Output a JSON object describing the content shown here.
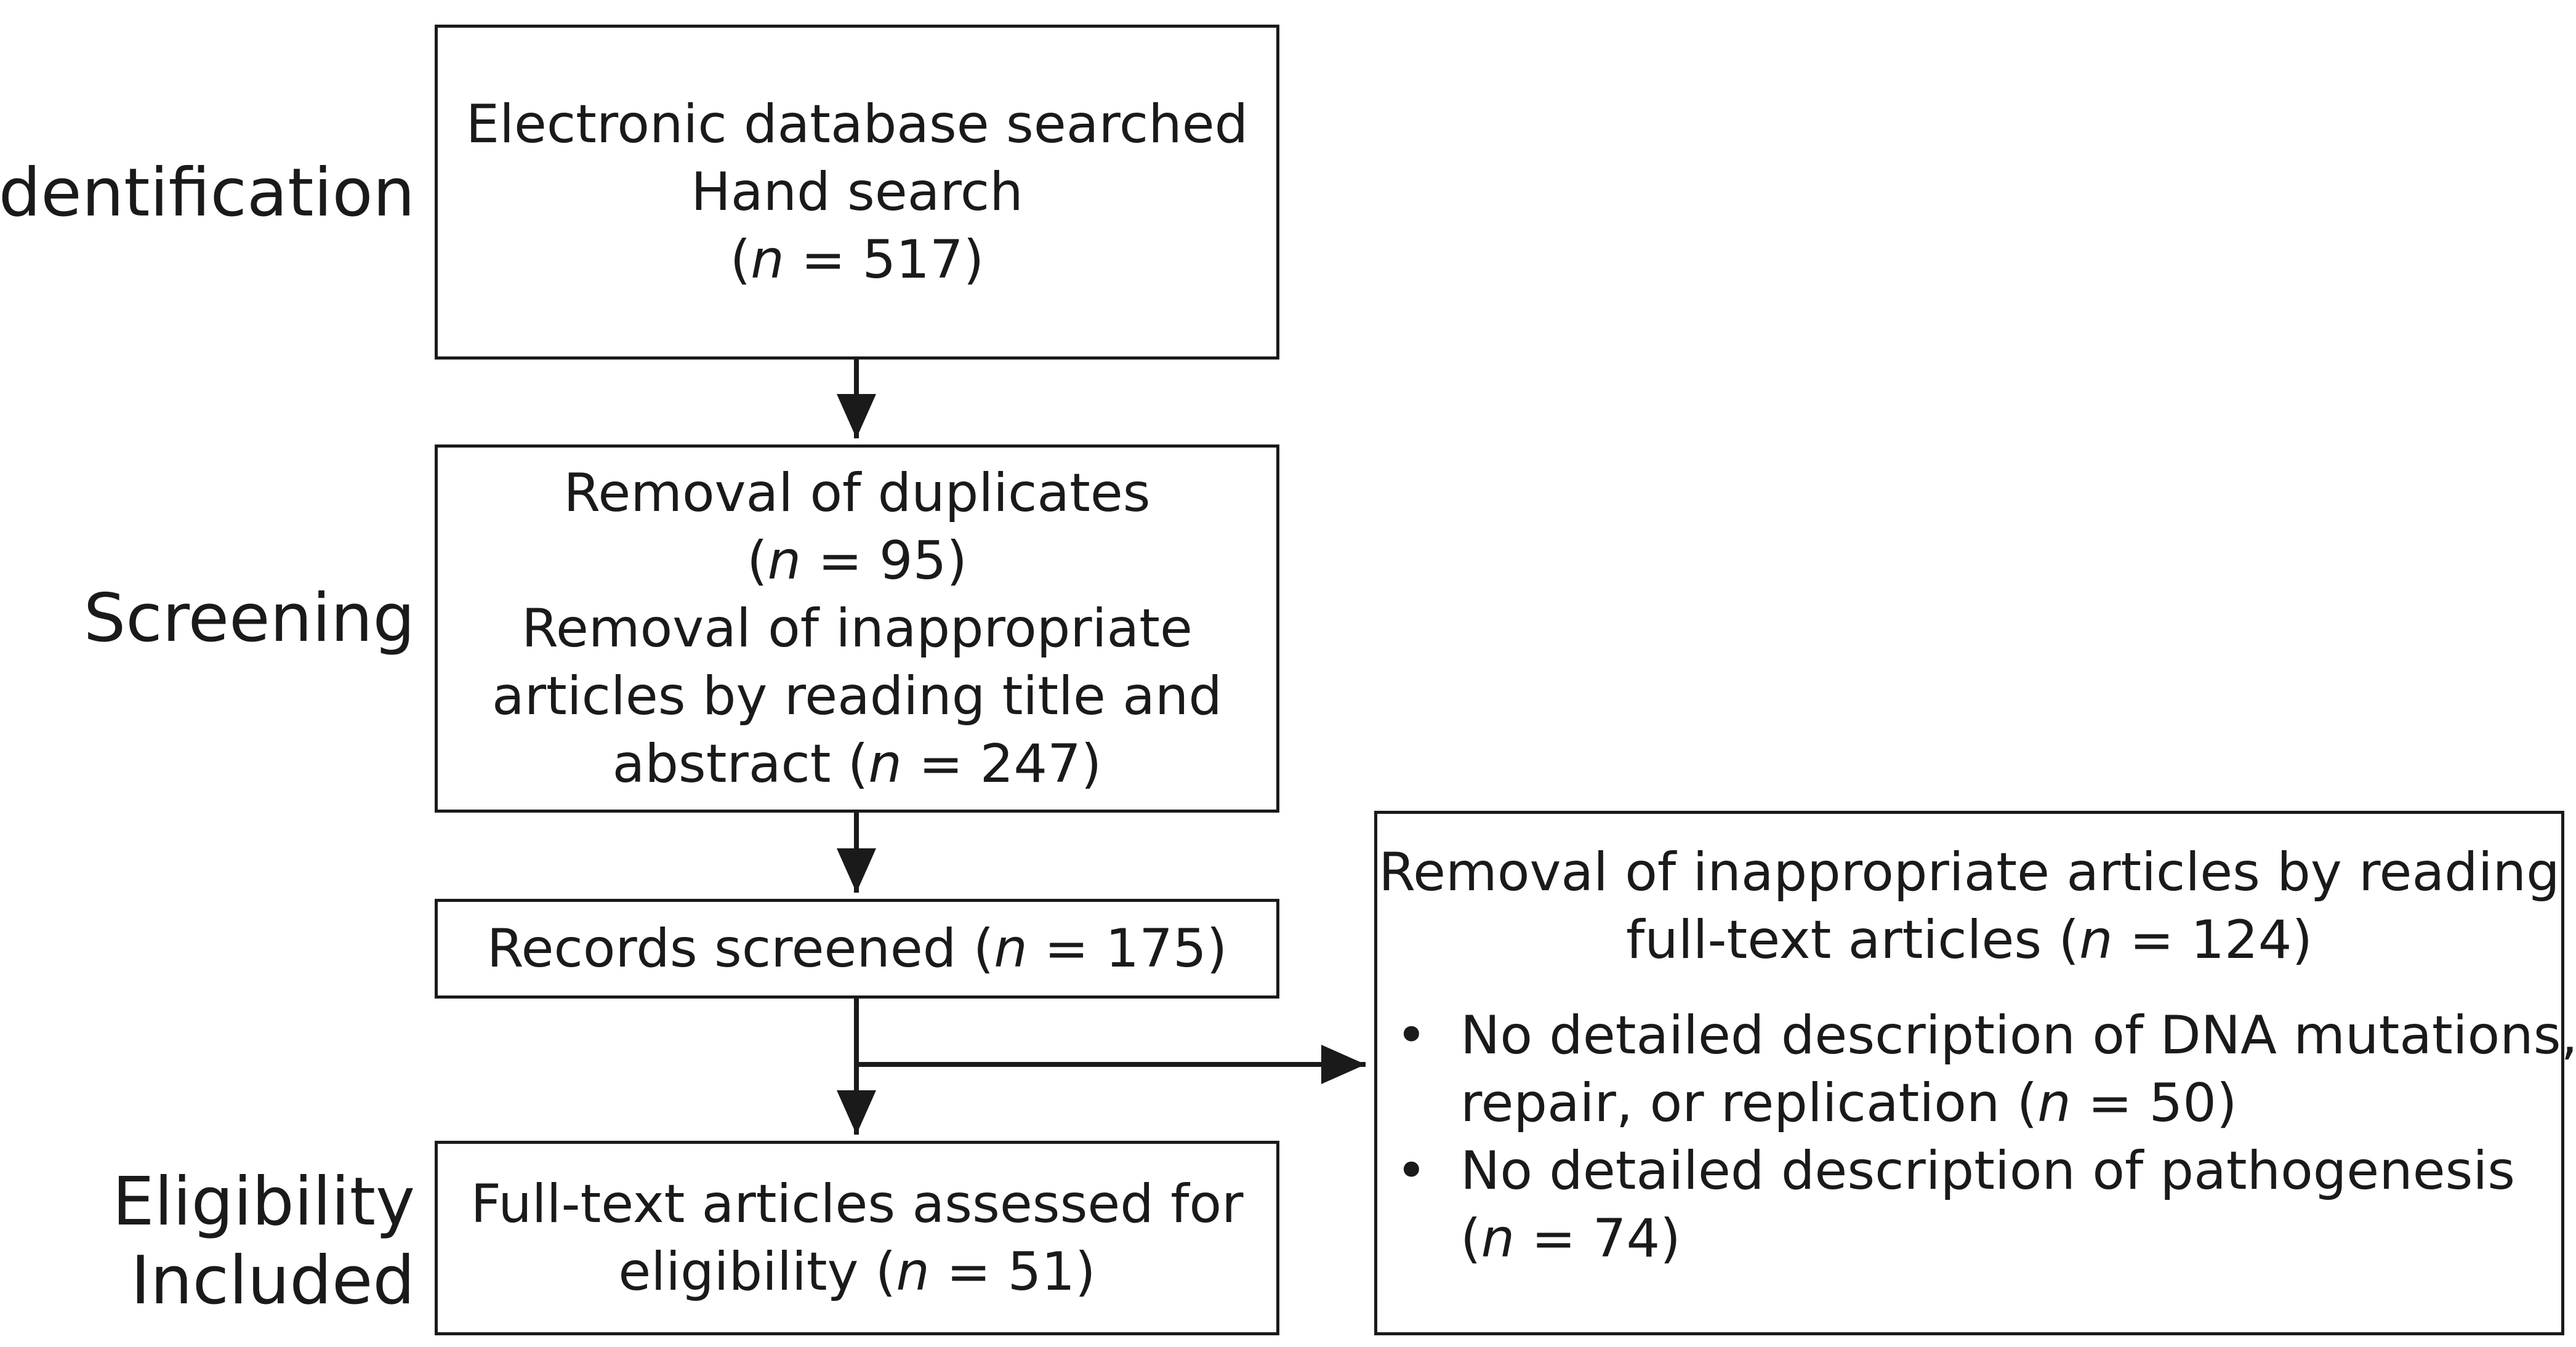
{
  "stages": {
    "identification": "Identification",
    "screening": "Screening",
    "eligibility": "Eligibility",
    "included": "Included"
  },
  "boxes": {
    "identification": {
      "line1": "Electronic database searched",
      "line2": "Hand search",
      "count_prefix": "(",
      "count_var": "n",
      "count_rest": " = 517)"
    },
    "screening": {
      "line1": "Removal of duplicates",
      "dup_prefix": "(",
      "dup_var": "n",
      "dup_rest": " = 95)",
      "line3": "Removal of inappropriate",
      "line4": "articles by reading title and",
      "line5_prefix": "abstract (",
      "line5_var": "n",
      "line5_rest": " = 247)"
    },
    "records": {
      "prefix": "Records screened (",
      "var": "n",
      "rest": " = 175)"
    },
    "fulltext": {
      "line1": "Full-text articles assessed for",
      "line2_prefix": "eligibility (",
      "line2_var": "n",
      "line2_rest": " = 51)"
    },
    "excluded": {
      "line1": "Removal of inappropriate articles by reading",
      "line2_prefix": "full-text articles (",
      "line2_var": "n",
      "line2_rest": " = 124)",
      "bullet": "•",
      "item1_line1": "No detailed description of DNA mutations,",
      "item1_line2_prefix": "repair, or replication (",
      "item1_line2_var": "n",
      "item1_line2_rest": " = 50)",
      "item2_line1": "No detailed description of pathogenesis",
      "item2_line2_prefix": "(",
      "item2_line2_var": "n",
      "item2_line2_rest": " = 74)"
    }
  }
}
